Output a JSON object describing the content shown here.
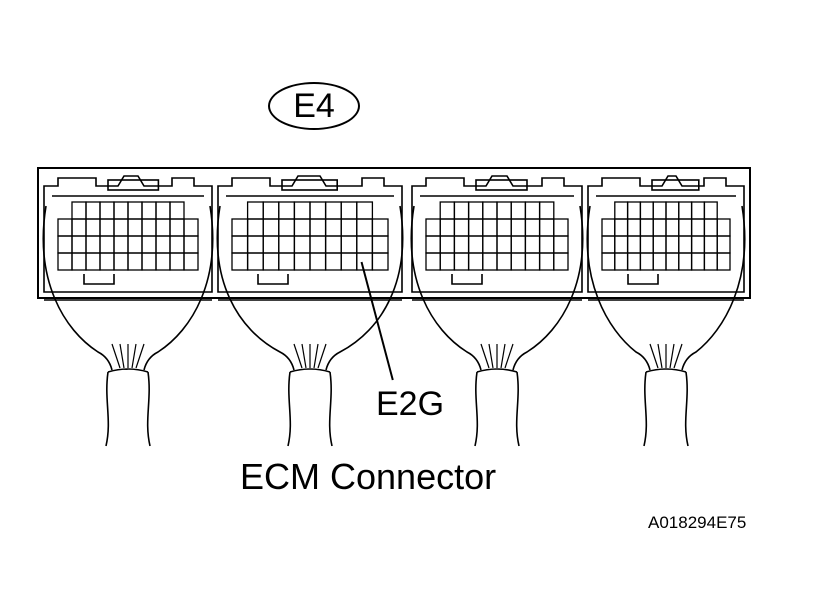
{
  "connector_id": "E4",
  "pin_label": "E2G",
  "caption": "ECM Connector",
  "figure_code": "A018294E75",
  "colors": {
    "line": "#000000",
    "background": "#ffffff"
  },
  "connector": {
    "block_count": 4,
    "blocks": [
      {
        "index": 1
      },
      {
        "index": 2,
        "has_callout": true
      },
      {
        "index": 3
      },
      {
        "index": 4
      }
    ]
  }
}
